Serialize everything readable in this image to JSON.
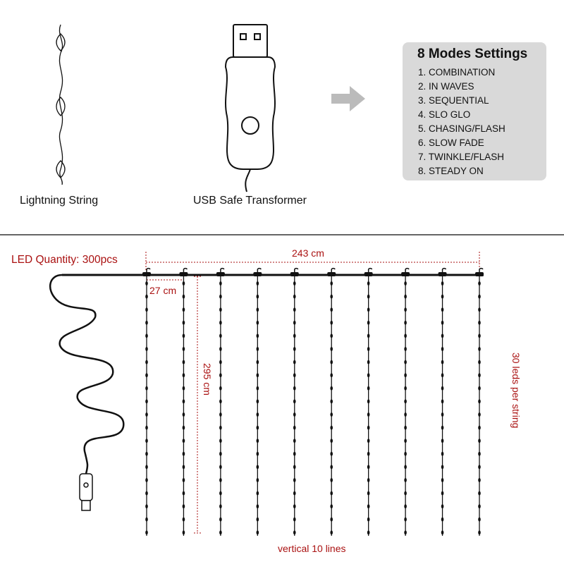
{
  "top": {
    "lightning_label": "Lightning String",
    "usb_label": "USB Safe Transformer"
  },
  "modes": {
    "title": "8 Modes Settings",
    "items": [
      "1. COMBINATION",
      "2. IN WAVES",
      "3. SEQUENTIAL",
      "4. SLO GLO",
      "5. CHASING/FLASH",
      "6. SLOW FADE",
      "7. TWINKLE/FLASH",
      "8. STEADY ON"
    ]
  },
  "curtain": {
    "led_quantity": "LED Quantity: 300pcs",
    "width": "243 cm",
    "spacing": "27 cm",
    "height": "295 cm",
    "per_string": "30 leds per string",
    "lines": "vertical 10 lines",
    "strand_count": 10,
    "leds_per_strand_drawn": 20
  },
  "colors": {
    "accent": "#aa1111",
    "box": "#d9d9d9",
    "arrow": "#bbbbbb"
  }
}
